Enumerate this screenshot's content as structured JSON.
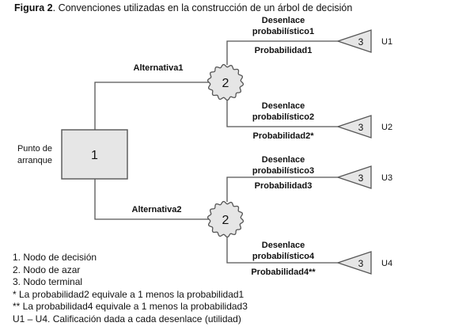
{
  "figure": {
    "label": "Figura 2",
    "caption": "Convenciones utilizadas en la construcción de un árbol de decisión"
  },
  "decision_node": {
    "number": "1"
  },
  "start_label": [
    "Punto de",
    "arranque"
  ],
  "branches": [
    {
      "label": "Alternativa1",
      "chance_number": "2"
    },
    {
      "label": "Alternativa2",
      "chance_number": "2"
    }
  ],
  "outcomes": [
    {
      "title": [
        "Desenlace",
        "probabilístico1"
      ],
      "probability": "Probabilidad1",
      "terminal_number": "3",
      "utility": "U1"
    },
    {
      "title": [
        "Desenlace",
        "probabilístico2"
      ],
      "probability": "Probabilidad2*",
      "terminal_number": "3",
      "utility": "U2"
    },
    {
      "title": [
        "Desenlace",
        "probabilístico3"
      ],
      "probability": "Probabilidad3",
      "terminal_number": "3",
      "utility": "U3"
    },
    {
      "title": [
        "Desenlace",
        "probabilístico4"
      ],
      "probability": "Probabilidad4**",
      "terminal_number": "3",
      "utility": "U4"
    }
  ],
  "legend": [
    "1. Nodo de decisión",
    "2. Nodo de azar",
    "3. Nodo terminal",
    "*  La probabilidad2 equivale a 1 menos la probabilidad1",
    "** La probabilidad4 equivale a 1 menos la probabilidad3",
    "U1 – U4. Calificación dada a cada desenlace (utilidad)"
  ],
  "colors": {
    "node_fill": "#e6e6e6",
    "stroke": "#555555",
    "text": "#111111"
  }
}
